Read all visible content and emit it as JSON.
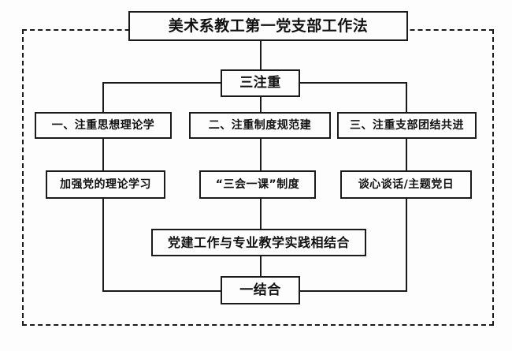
{
  "diagram": {
    "title": "美术系教工第一党支部工作法",
    "core": "三注重",
    "branches": [
      {
        "label": "一、注重思想理论学",
        "child": "加强党的理论学习"
      },
      {
        "label": "二、注重制度规范建",
        "child": "“三会一课”制度"
      },
      {
        "label": "三、注重支部团结共进",
        "child": "谈心谈话/主题党日"
      }
    ],
    "integration": "党建工作与专业教学实践相结合",
    "conclusion": "一结合",
    "colors": {
      "line": "#1a1a1a",
      "box_fill": "#fdfdfd",
      "text": "#111111",
      "background": "#fdfdfd"
    }
  }
}
